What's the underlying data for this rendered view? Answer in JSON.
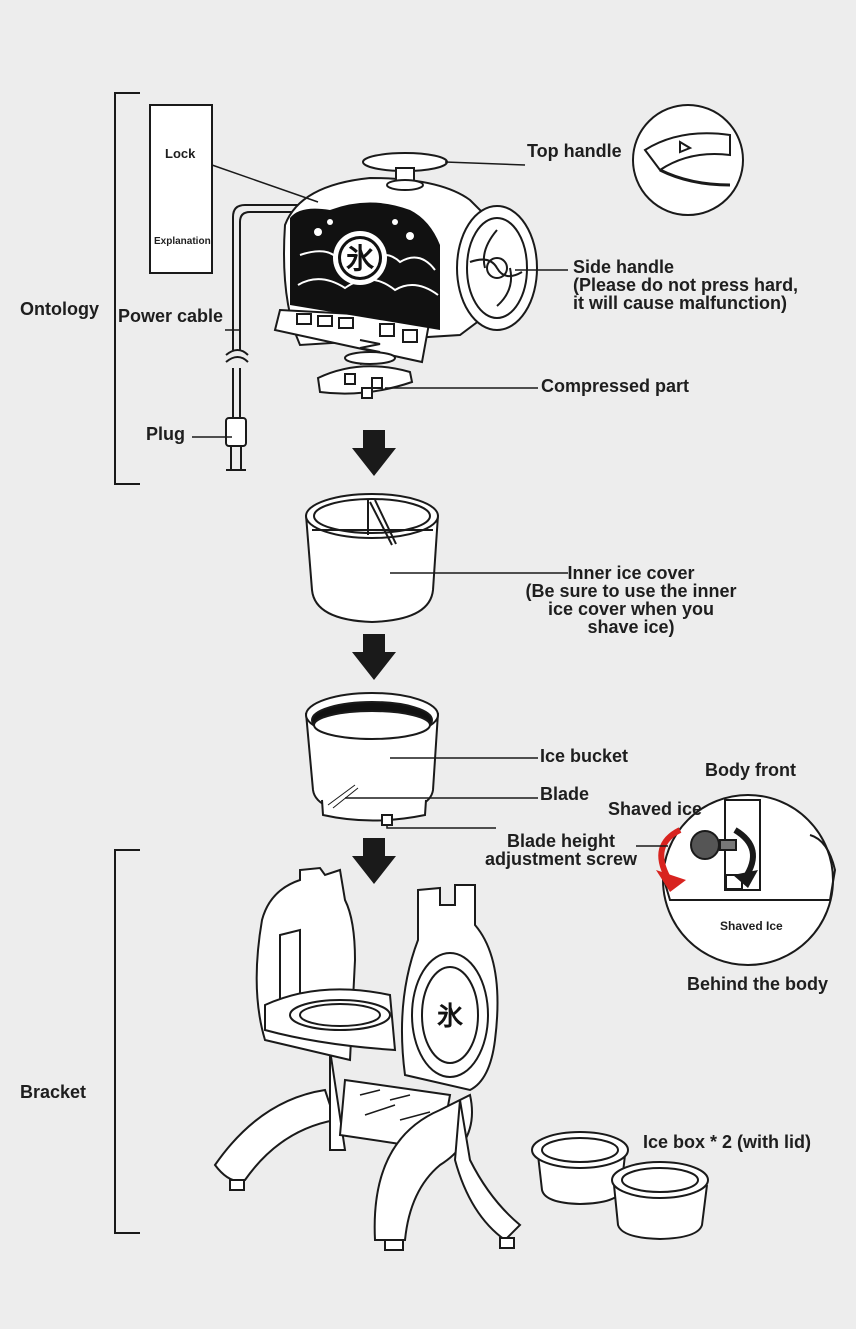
{
  "groups": {
    "ontology": "Ontology",
    "bracket": "Bracket"
  },
  "labels": {
    "lock": "Lock",
    "explanation": "Explanation",
    "power_cable": "Power cable",
    "plug": "Plug",
    "top_handle": "Top handle",
    "side_handle": [
      "Side handle",
      "(Please do not press hard,",
      "it will cause malfunction)"
    ],
    "compressed_part": "Compressed part",
    "inner_ice_cover": [
      "Inner ice cover",
      "(Be sure to use the inner",
      "ice cover when you",
      "shave ice)"
    ],
    "ice_bucket": "Ice bucket",
    "blade": "Blade",
    "blade_height": [
      "Blade height",
      "adjustment screw"
    ],
    "body_front": "Body front",
    "shaved_ice_top": "Shaved ice",
    "shaved_ice_inner": "Shaved Ice",
    "behind_body": "Behind the body",
    "ice_box": "Ice box * 2 (with lid)"
  },
  "glyphs": {
    "ice_kanji": "氷"
  },
  "colors": {
    "background": "#ededed",
    "line": "#1a1a1a",
    "panel_black": "#111111",
    "arrow_red": "#d8231f",
    "white": "#ffffff"
  }
}
